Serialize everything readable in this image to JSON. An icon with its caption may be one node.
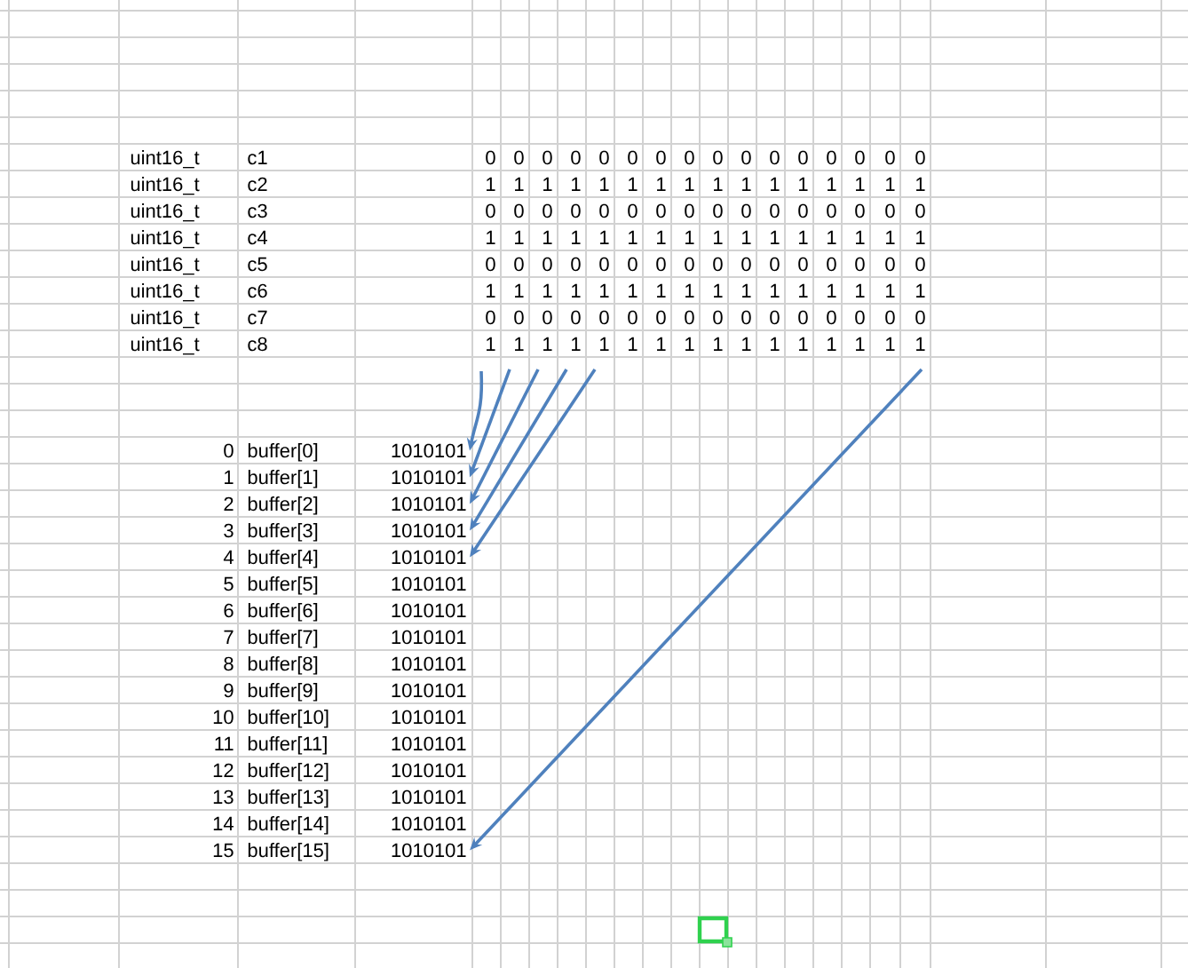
{
  "diagram": {
    "nodes": [
      {
        "text": [
          "1010101"
        ]
      },
      {
        "text": [
          "1010101"
        ]
      },
      {
        "text": [
          "1010101"
        ]
      },
      {
        "text": [
          "1010101"
        ]
      },
      {
        "text": [
          "1010101"
        ]
      },
      {
        "text": [
          "1010101"
        ]
      }
    ],
    "edges": [
      {
        "from": null,
        "to": 0,
        "arrow": "to"
      },
      {
        "from": null,
        "to": 1,
        "arrow": "to"
      },
      {
        "from": null,
        "to": 2,
        "arrow": "to"
      },
      {
        "from": null,
        "to": 3,
        "arrow": "to"
      },
      {
        "from": null,
        "to": 4,
        "arrow": "to"
      },
      {
        "from": null,
        "to": 5,
        "arrow": "to"
      }
    ],
    "labels": [
      "uint16_t",
      "c1",
      "0",
      "0",
      "0",
      "0",
      "0",
      "0",
      "0",
      "0",
      "0",
      "0",
      "0",
      "0",
      "0",
      "0",
      "0",
      "0",
      "uint16_t",
      "c2",
      "1",
      "1",
      "1",
      "1",
      "1",
      "1",
      "1",
      "1",
      "1",
      "1",
      "1",
      "1",
      "1",
      "1",
      "1",
      "1",
      "uint16_t",
      "c3",
      "0",
      "0",
      "0",
      "0",
      "0",
      "0",
      "0",
      "0",
      "0",
      "0",
      "0",
      "0",
      "0",
      "0",
      "0",
      "0",
      "uint16_t",
      "c4",
      "1",
      "1",
      "1",
      "1",
      "1",
      "1",
      "1",
      "1",
      "1",
      "1",
      "1",
      "1",
      "1",
      "1",
      "1",
      "1",
      "uint16_t",
      "c5",
      "0",
      "0",
      "0",
      "0",
      "0",
      "0",
      "0",
      "0",
      "0",
      "0",
      "0",
      "0",
      "0",
      "0",
      "0",
      "0",
      "uint16_t",
      "c6",
      "1",
      "1",
      "1",
      "1",
      "1",
      "1",
      "1",
      "1",
      "1",
      "1",
      "1",
      "1",
      "1",
      "1",
      "1",
      "1",
      "uint16_t",
      "c7",
      "0",
      "0",
      "0",
      "0",
      "0",
      "0",
      "0",
      "0",
      "0",
      "0",
      "0",
      "0",
      "0",
      "0",
      "0",
      "0",
      "uint16_t",
      "c8",
      "1",
      "1",
      "1",
      "1",
      "1",
      "1",
      "1",
      "1",
      "1",
      "1",
      "1",
      "1",
      "1",
      "1",
      "1",
      "1",
      "0",
      "buffer[0]",
      "1",
      "buffer[1]",
      "2",
      "buffer[2]",
      "3",
      "buffer[3]",
      "4",
      "buffer[4]",
      "5",
      "buffer[5]",
      "1010101",
      "6",
      "buffer[6]",
      "1010101",
      "7",
      "buffer[7]",
      "1010101",
      "8",
      "buffer[8]",
      "1010101",
      "9",
      "buffer[9]",
      "1010101",
      "10",
      "buffer[10]",
      "1010101",
      "11",
      "buffer[11]",
      "1010101",
      "12",
      "buffer[12]",
      "1010101",
      "13",
      "buffer[13]",
      "1010101",
      "14",
      "buffer[14]",
      "1010101",
      "15",
      "buffer[15]"
    ]
  }
}
